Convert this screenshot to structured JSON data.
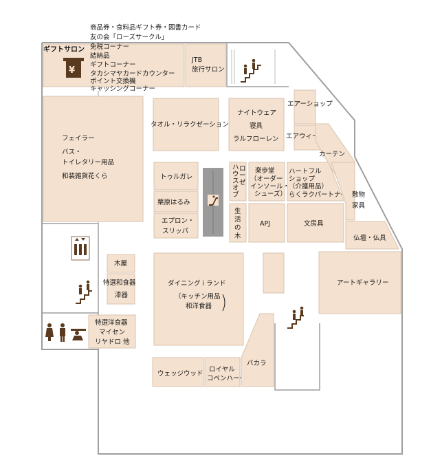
{
  "header_notes": [
    "商品券・食料品ギフト券・図書カード",
    "友の会「ローズサークル」"
  ],
  "gift_salon": {
    "title": "ギフトサロン",
    "items": [
      "免税コーナー",
      "結納品",
      "ギフトコーナー",
      "タカシマヤカードカウンター",
      "ポイント交換機",
      "キャッシングコーナー"
    ],
    "icon": "yen-atm-icon"
  },
  "stores": {
    "jtb": [
      "JTB",
      "旅行サロン"
    ],
    "fairer": [
      "フェイラー",
      "バス・",
      "トイレタリー用品",
      "和装雑貨花くら"
    ],
    "towel": "タオル・リラクゼーション",
    "nightwear": [
      "ナイトウェア",
      "寝具",
      "ラルフローレン"
    ],
    "air_shop": "エアーショップ",
    "air_weave": "エアウィーヴ",
    "curtain": "カーテン",
    "toulgalet": "トゥルガレ",
    "kurihara": "栗原はるみ",
    "apron": [
      "エプロン・",
      "スリッパ"
    ],
    "house_of_rose": [
      "ハ",
      "ウ",
      "ス",
      "オ",
      "ブ",
      "ロ",
      "ー",
      "ゼ"
    ],
    "seikatsu_no_ki": [
      "生",
      "活",
      "の",
      "木"
    ],
    "rakuhodo": [
      "楽歩堂",
      "（オーダー",
      "インソール・",
      "シューズ）"
    ],
    "heartful": [
      "ハートフル",
      "ショップ",
      "（介護用品）",
      "らくラクパートナー"
    ],
    "apj": "APJ",
    "stationery": "文房具",
    "rugs": [
      "敷物",
      "家具"
    ],
    "butsudan": "仏壇・仏具",
    "kiya": "木屋",
    "washokki": [
      "特選和食器",
      "漆器"
    ],
    "dining": [
      "ダイニング i ランド",
      "（キッチン用品",
      "和洋食器"
    ],
    "art_gallery": "アートギャラリー",
    "yoshokki": [
      "特選洋食器",
      "マイセン",
      "リヤドロ 他"
    ],
    "wedgwood": "ウェッジウッド",
    "royal_copenhagen": [
      "ロイヤル",
      "コペンハーゲン"
    ],
    "baccarat": "バカラ"
  },
  "icons": [
    "stairs-icon",
    "escalator-icon",
    "elevator-icon",
    "restroom-icon",
    "baby-care-icon"
  ],
  "colors": {
    "shop_fill": "#f4e1cf",
    "wall": "#9e9e9e",
    "icon": "#5a3a1e"
  }
}
